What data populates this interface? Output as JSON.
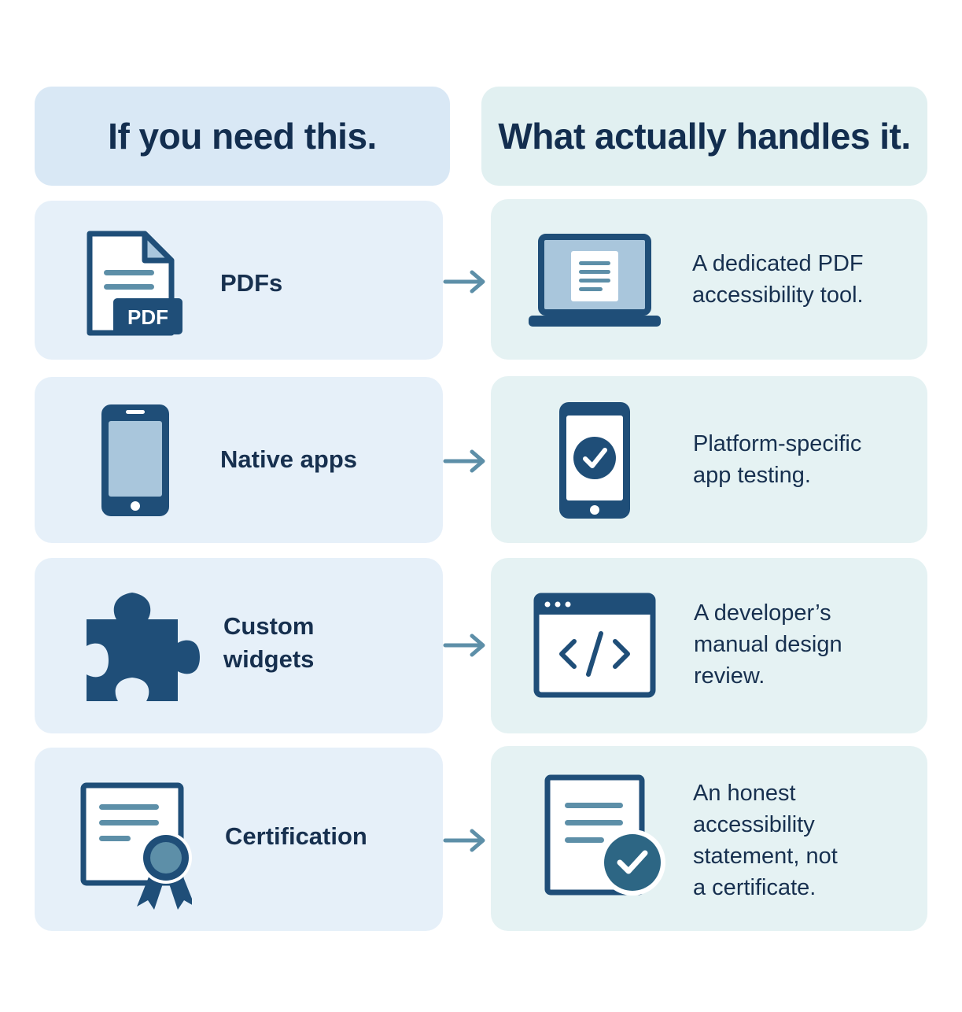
{
  "headers": {
    "left": "If you need this.",
    "right": "What actually handles it."
  },
  "rows": [
    {
      "need": {
        "label": "PDFs",
        "icon": "pdf-file-icon",
        "badge": "PDF"
      },
      "handler": {
        "lines": [
          "A dedicated PDF",
          "accessibility tool."
        ],
        "icon": "laptop-icon"
      }
    },
    {
      "need": {
        "label": "Native apps",
        "icon": "smartphone-icon"
      },
      "handler": {
        "lines": [
          "Platform-specific",
          "app testing."
        ],
        "icon": "phone-check-icon"
      }
    },
    {
      "need": {
        "label_lines": [
          "Custom",
          "widgets"
        ],
        "icon": "puzzle-piece-icon"
      },
      "handler": {
        "lines": [
          "A developer’s",
          "manual design",
          "review."
        ],
        "icon": "code-window-icon"
      }
    },
    {
      "need": {
        "label": "Certification",
        "icon": "certificate-icon"
      },
      "handler": {
        "lines": [
          "An honest",
          "accessibility",
          "statement, not",
          "a certificate."
        ],
        "icon": "document-check-icon"
      }
    }
  ],
  "colors": {
    "ink": "#17304f",
    "icon_dark": "#1f4e78",
    "icon_light": "#a9c6dc",
    "arrow": "#5d8fa8",
    "left_card": "#e6f0f9",
    "right_card": "#e5f2f3"
  }
}
